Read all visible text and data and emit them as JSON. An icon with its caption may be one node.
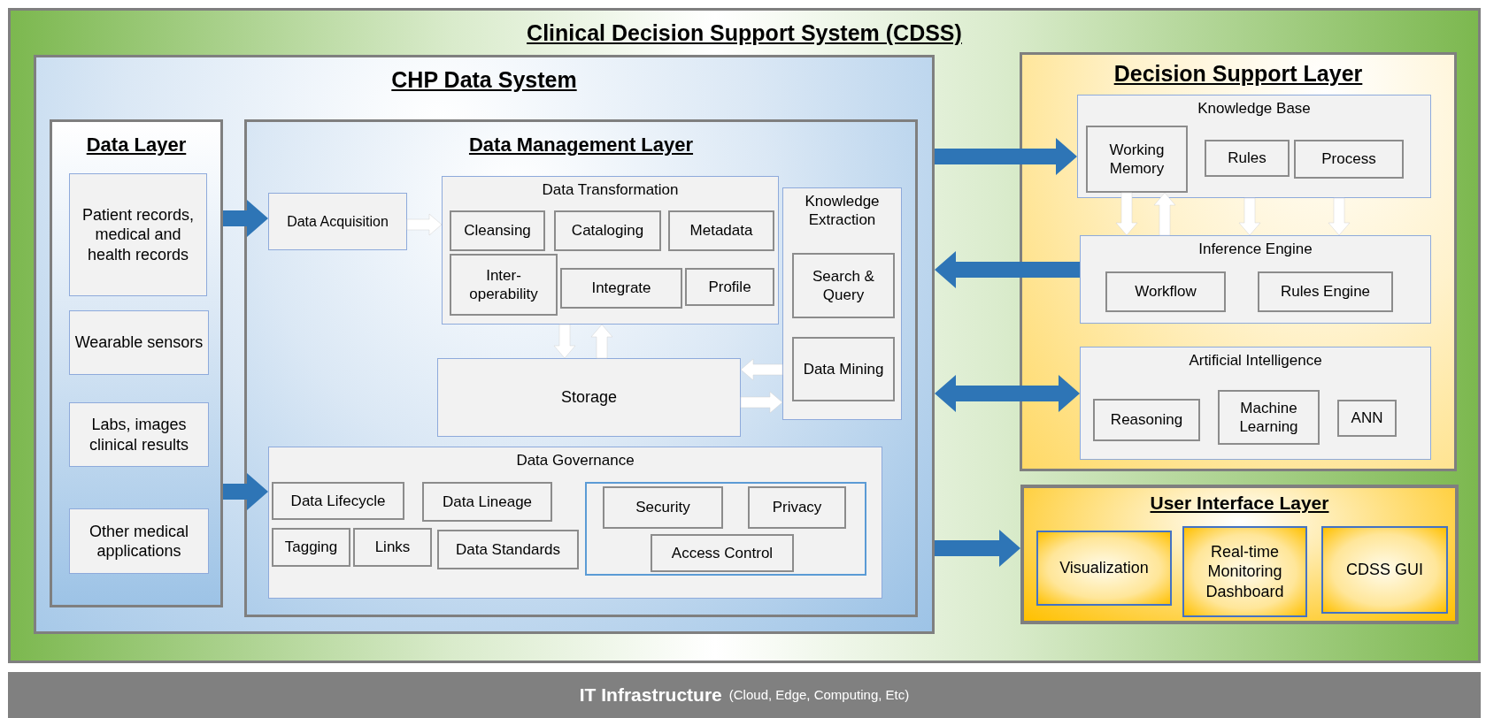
{
  "diagram": {
    "nodes": [
      {
        "text": [
          "Clinical Decision Support System (CDSS)"
        ]
      },
      {
        "text": [
          "CHP Data System"
        ],
        "in": 0
      },
      {
        "text": [
          "Data Layer"
        ],
        "in": 1
      },
      {
        "text": [
          "Patient records, medical and health records"
        ],
        "in": 2
      },
      {
        "text": [
          "Wearable sensors"
        ],
        "in": 2
      },
      {
        "text": [
          "Labs, images clinical results"
        ],
        "in": 2
      },
      {
        "text": [
          "Other medical applications"
        ],
        "in": 2
      },
      {
        "text": [
          "Data Management Layer"
        ],
        "in": 1
      },
      {
        "text": [
          "Data Acquisition"
        ],
        "in": 7
      },
      {
        "text": [
          "Data Transformation"
        ],
        "in": 7
      },
      {
        "text": [
          "Cleansing"
        ],
        "in": 9
      },
      {
        "text": [
          "Cataloging"
        ],
        "in": 9
      },
      {
        "text": [
          "Metadata"
        ],
        "in": 9
      },
      {
        "text": [
          "Inter- operability"
        ],
        "in": 9
      },
      {
        "text": [
          "Integrate"
        ],
        "in": 9
      },
      {
        "text": [
          "Profile"
        ],
        "in": 9
      },
      {
        "text": [
          "Knowledge Extraction"
        ],
        "in": 7
      },
      {
        "text": [
          "Search & Query"
        ],
        "in": 16
      },
      {
        "text": [
          "Data Mining"
        ],
        "in": 16
      },
      {
        "text": [
          "Storage"
        ],
        "in": 7
      },
      {
        "text": [
          "Data Governance"
        ],
        "in": 7
      },
      {
        "text": [
          "Data Lifecycle"
        ],
        "in": 20
      },
      {
        "text": [
          "Data Lineage"
        ],
        "in": 20
      },
      {
        "text": [
          "Tagging"
        ],
        "in": 20
      },
      {
        "text": [
          "Links"
        ],
        "in": 20
      },
      {
        "text": [
          "Data Standards"
        ],
        "in": 20
      },
      {
        "text": [],
        "shape": "box",
        "in": 20
      },
      {
        "text": [
          "Security"
        ],
        "in": 26
      },
      {
        "text": [
          "Privacy"
        ],
        "in": 26
      },
      {
        "text": [
          "Access Control"
        ],
        "in": 26
      },
      {
        "text": [
          "Decision Support Layer"
        ],
        "in": 0
      },
      {
        "text": [
          "Knowledge Base"
        ],
        "in": 30
      },
      {
        "text": [
          "Working Memory"
        ],
        "in": 31
      },
      {
        "text": [
          "Rules"
        ],
        "in": 31
      },
      {
        "text": [
          "Process"
        ],
        "in": 31
      },
      {
        "text": [
          "Inference Engine"
        ],
        "in": 30
      },
      {
        "text": [
          "Workflow"
        ],
        "in": 35
      },
      {
        "text": [
          "Rules Engine"
        ],
        "in": 35
      },
      {
        "text": [
          "Artificial Intelligence"
        ],
        "in": 30
      },
      {
        "text": [
          "Reasoning"
        ],
        "in": 38
      },
      {
        "text": [
          "Machine Learning"
        ],
        "in": 38
      },
      {
        "text": [
          "ANN"
        ],
        "in": 38
      },
      {
        "text": [
          "User Interface Layer"
        ],
        "in": 0
      },
      {
        "text": [
          "Visualization"
        ],
        "in": 42
      },
      {
        "text": [
          "Real-time Monitoring Dashboard"
        ],
        "in": 42
      },
      {
        "text": [
          "CDSS GUI"
        ],
        "in": 42
      },
      {
        "text": [
          "IT Infrastructure",
          "(Cloud, Edge, Computing, Etc)"
        ]
      }
    ],
    "edges": [
      {
        "from": 2,
        "to": 8,
        "arrow": "to",
        "style": "thick",
        "color": "#2e75b6"
      },
      {
        "from": 2,
        "to": 20,
        "arrow": "to",
        "style": "thick",
        "color": "#2e75b6"
      },
      {
        "from": 8,
        "to": 9,
        "arrow": "to"
      },
      {
        "from": 9,
        "to": 19,
        "arrow": "to"
      },
      {
        "from": 19,
        "to": 9,
        "arrow": "to"
      },
      {
        "from": 16,
        "to": 19,
        "arrow": "to"
      },
      {
        "from": 19,
        "to": 16,
        "arrow": "to"
      },
      {
        "from": 1,
        "to": 31,
        "arrow": "to",
        "style": "thick",
        "color": "#2e75b6"
      },
      {
        "from": 35,
        "to": 1,
        "arrow": "to",
        "style": "thick",
        "color": "#2e75b6"
      },
      {
        "from": 1,
        "to": 38,
        "arrow": "both",
        "style": "thick",
        "color": "#2e75b6"
      },
      {
        "from": 1,
        "to": 42,
        "arrow": "to",
        "style": "thick",
        "color": "#2e75b6"
      },
      {
        "from": 32,
        "to": 35,
        "arrow": "to"
      },
      {
        "from": 35,
        "to": 32,
        "arrow": "to"
      },
      {
        "from": 31,
        "to": 35,
        "arrow": "to"
      },
      {
        "from": 31,
        "to": 35,
        "arrow": "to"
      }
    ]
  }
}
